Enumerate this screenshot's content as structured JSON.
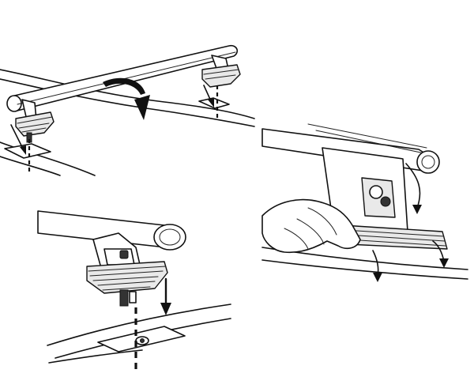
{
  "figure": {
    "panels": [
      {
        "id": "top-left",
        "content": [
          "roof-bar",
          "two-feet",
          "rotate-arrow",
          "mount-dashes"
        ]
      },
      {
        "id": "bottom-left",
        "content": [
          "roof-bar",
          "foot",
          "down-arrow",
          "mount-point"
        ]
      },
      {
        "id": "right",
        "content": [
          "roof-bar",
          "foot-closeup",
          "hand",
          "release-arrows"
        ]
      }
    ],
    "colors": {
      "line": "#111111",
      "background": "#ffffff",
      "shade": "#e9e9e9"
    }
  }
}
